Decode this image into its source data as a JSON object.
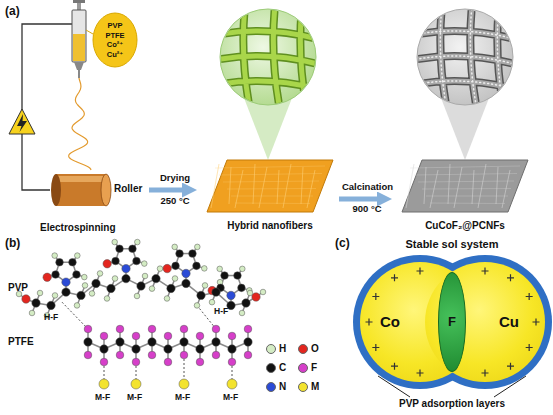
{
  "diagram": {
    "nodes": [
      {
        "text": [
          "PVP PTFE Co²⁺ Cu²⁺"
        ]
      },
      {
        "text": [
          "Roller"
        ]
      },
      {
        "text": [
          "Hybrid nanofibers"
        ]
      },
      {
        "text": [
          "CuCoF₂@PCNFs"
        ]
      },
      {
        "text": [
          "Co"
        ]
      },
      {
        "text": [
          "Cu"
        ]
      },
      {
        "text": [
          "F"
        ]
      }
    ],
    "edges": [
      {
        "from": 1,
        "to": 2,
        "arrow": "to",
        "label": "Drying"
      },
      {
        "from": 2,
        "to": 3,
        "arrow": "to",
        "label": "Calcination"
      }
    ],
    "labels": [
      "(a)",
      "Electrospinning",
      "250 °C",
      "900 °C",
      "(b)",
      "PVP",
      "PTFE",
      "H-F",
      "H-F",
      "M-F",
      "M-F",
      "M-F",
      "M-F",
      "(c)",
      "Stable sol system",
      "PVP adsorption layers"
    ],
    "legend": [
      {
        "text": "H",
        "color": "#d4ecc4"
      },
      {
        "text": "O",
        "color": "#e3261f"
      },
      {
        "text": "C",
        "color": "#111111"
      },
      {
        "text": "F",
        "color": "#d63fc9"
      },
      {
        "text": "N",
        "color": "#2b4bd6"
      },
      {
        "text": "M",
        "color": "#f3e32e"
      }
    ]
  }
}
